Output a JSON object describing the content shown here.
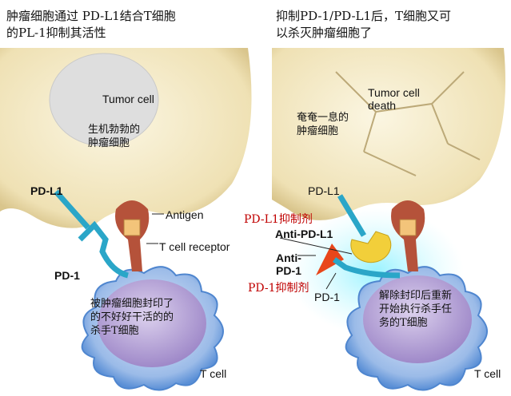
{
  "left_panel": {
    "title_line1": "肿瘤细胞通过 PD-L1结合T细胞",
    "title_line2": "的PL-1抑制其活性",
    "tumor_cell_label": "Tumor cell",
    "tumor_desc_line1": "生机勃勃的",
    "tumor_desc_line2": "肿瘤细胞",
    "pdl1_label": "PD-L1",
    "antigen_label": "Antigen",
    "tcr_label": "T cell receptor",
    "pd1_label": "PD-1",
    "tcell_desc_line1": "被肿瘤细胞封印了",
    "tcell_desc_line2": "的不好好干活的的",
    "tcell_desc_line3": "杀手T细胞",
    "tcell_label": "T cell"
  },
  "right_panel": {
    "title_line1": "抑制PD-1/PD-L1后，T细胞又可",
    "title_line2": "以杀灭肿瘤细胞了",
    "tumor_death_line1": "Tumor cell",
    "tumor_death_line2": "death",
    "tumor_desc_line1": "奄奄一息的",
    "tumor_desc_line2": "肿瘤细胞",
    "pdl1_label": "PD-L1",
    "pdl1_inhibitor_cn": "PD-L1抑制剂",
    "anti_pdl1_label": "Anti-PD-L1",
    "anti_pd1_line1": "Anti-",
    "anti_pd1_line2": "PD-1",
    "pd1_inhibitor_cn": "PD-1抑制剂",
    "pd1_label": "PD-1",
    "tcell_desc_line1": "解除封印后重新",
    "tcell_desc_line2": "开始执行杀手任",
    "tcell_desc_line3": "务的T细胞",
    "tcell_label": "T cell"
  },
  "colors": {
    "tumor_cytoplasm": "#f3e9c6",
    "tumor_nucleus": "#dcdcdc",
    "tcell_membrane": "#6fa3dd",
    "tcell_nucleus": "#b8a6d8",
    "pd1_pdl1": "#2aa6c8",
    "tcr": "#b5523a",
    "antigen": "#f3c47a",
    "anti_pdl1": "#f2cf3a",
    "anti_pd1": "#e8461a",
    "inhibitor_text": "#c00000"
  }
}
